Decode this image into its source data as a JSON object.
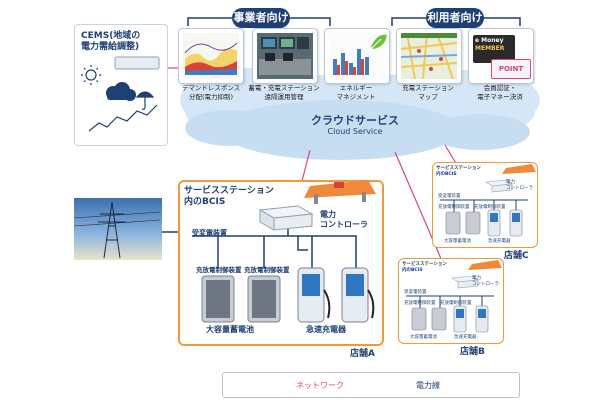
{
  "header": {
    "business_label": "事業者向け",
    "user_label": "利用者向け"
  },
  "cems": {
    "title_line1": "CEMS(地域の",
    "title_line2": "電力需給調整)"
  },
  "services": [
    {
      "caption_line1": "デマンドレスポンス",
      "caption_line2": "分配(電力抑制)"
    },
    {
      "caption_line1": "蓄電・充電ステーション",
      "caption_line2": "遠隔運用管理"
    },
    {
      "caption_line1": "エネルギー",
      "caption_line2": "マネジメント"
    },
    {
      "caption_line1": "充電ステーション",
      "caption_line2": "マップ"
    },
    {
      "caption_line1": "会員認証・",
      "caption_line2": "電子マネー決済"
    }
  ],
  "money_card": {
    "line1": "e Money",
    "line2": "MEMBER",
    "point": "POINT"
  },
  "cloud": {
    "title": "クラウドサービス",
    "subtitle": "Cloud Service"
  },
  "store_a": {
    "bcis_line1": "サービスステーション",
    "bcis_line2": "内のBCIS",
    "controller_line1": "電力",
    "controller_line2": "コントローラ",
    "substation": "受変電装置",
    "charge_ctrl_1": "充放電制御装置",
    "charge_ctrl_2": "充放電制御装置",
    "battery": "大容量蓄電池",
    "fast_charger": "急速充電器",
    "store_name": "店舗A"
  },
  "store_b": {
    "bcis_line1": "サービスステーション",
    "bcis_line2": "内のBCIS",
    "controller_line1": "電力",
    "controller_line2": "コントローラ",
    "substation": "受変電装置",
    "charge_ctrl_1": "充放電制御装置",
    "charge_ctrl_2": "充放電制御装置",
    "battery": "大容量蓄電池",
    "fast_charger": "急速充電器",
    "store_name": "店舗B"
  },
  "store_c": {
    "bcis_line1": "サービスステーション",
    "bcis_line2": "内のBCIS",
    "controller_line1": "電力",
    "controller_line2": "コントローラ",
    "substation": "受変電装置",
    "charge_ctrl_1": "充放電制御装置",
    "charge_ctrl_2": "充放電制御装置",
    "battery": "大容量蓄電池",
    "fast_charger": "急速充電器",
    "store_name": "店舗C"
  },
  "legend": {
    "network": "ネットワーク",
    "power": "電力線"
  },
  "colors": {
    "network": "#d9428f",
    "power": "#1f3f75",
    "accent_orange": "#ee9a3c",
    "cloud": "#cfe3f4",
    "pill": "#1f3f75"
  },
  "icons": [
    "sun-icon",
    "cloud-icon",
    "umbrella-icon",
    "server-icon",
    "leaf-icon",
    "power-tower-icon",
    "battery-cabinet-icon",
    "fast-charger-icon",
    "gas-station-icon"
  ]
}
